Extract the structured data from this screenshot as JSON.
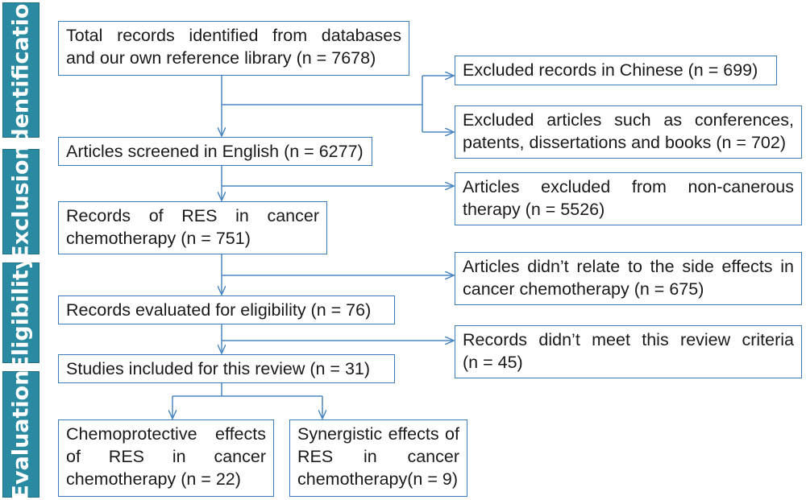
{
  "phases": {
    "identification": "Identification",
    "exclusion": "Exclusion",
    "eligibility": "Eligibility",
    "evaluation": "Evaluation"
  },
  "boxes": {
    "total": {
      "line1": "Total records identified from databases",
      "line2": "and our own reference library (n = 7678)"
    },
    "screened": "Articles screened in English (n = 6277)",
    "records": {
      "line1": "Records of RES in cancer",
      "line2": "chemotherapy (n = 751)"
    },
    "eligible": "Records evaluated for eligibility (n = 76)",
    "included": "Studies included for this review (n = 31)",
    "chemo": {
      "line1": "Chemoprotective effects",
      "line2": "of RES in cancer",
      "line3": "chemotherapy (n = 22)"
    },
    "synergistic": {
      "line1": "Synergistic effects of",
      "line2": "RES in cancer",
      "line3": "chemotherapy(n = 9)"
    }
  },
  "exclusions": {
    "chinese": "Excluded records in Chinese (n = 699)",
    "articles": {
      "line1": "Excluded articles such as conferences,",
      "line2": "patents, dissertations and books (n = 702)"
    },
    "noncancerous": {
      "line1": "Articles excluded from non-canerous",
      "line2": "therapy (n = 5526)"
    },
    "side_effects": {
      "line1": "Articles didn’t relate to the side effects in",
      "line2": "cancer chemotherapy (n = 675)"
    },
    "criteria": {
      "line1": "Records didn’t meet this review criteria",
      "line2": "(n = 45)"
    }
  },
  "colors": {
    "phase_fill": "#2a8aa2",
    "box_border": "#3d7ab8",
    "arrow": "#4a86c0"
  }
}
